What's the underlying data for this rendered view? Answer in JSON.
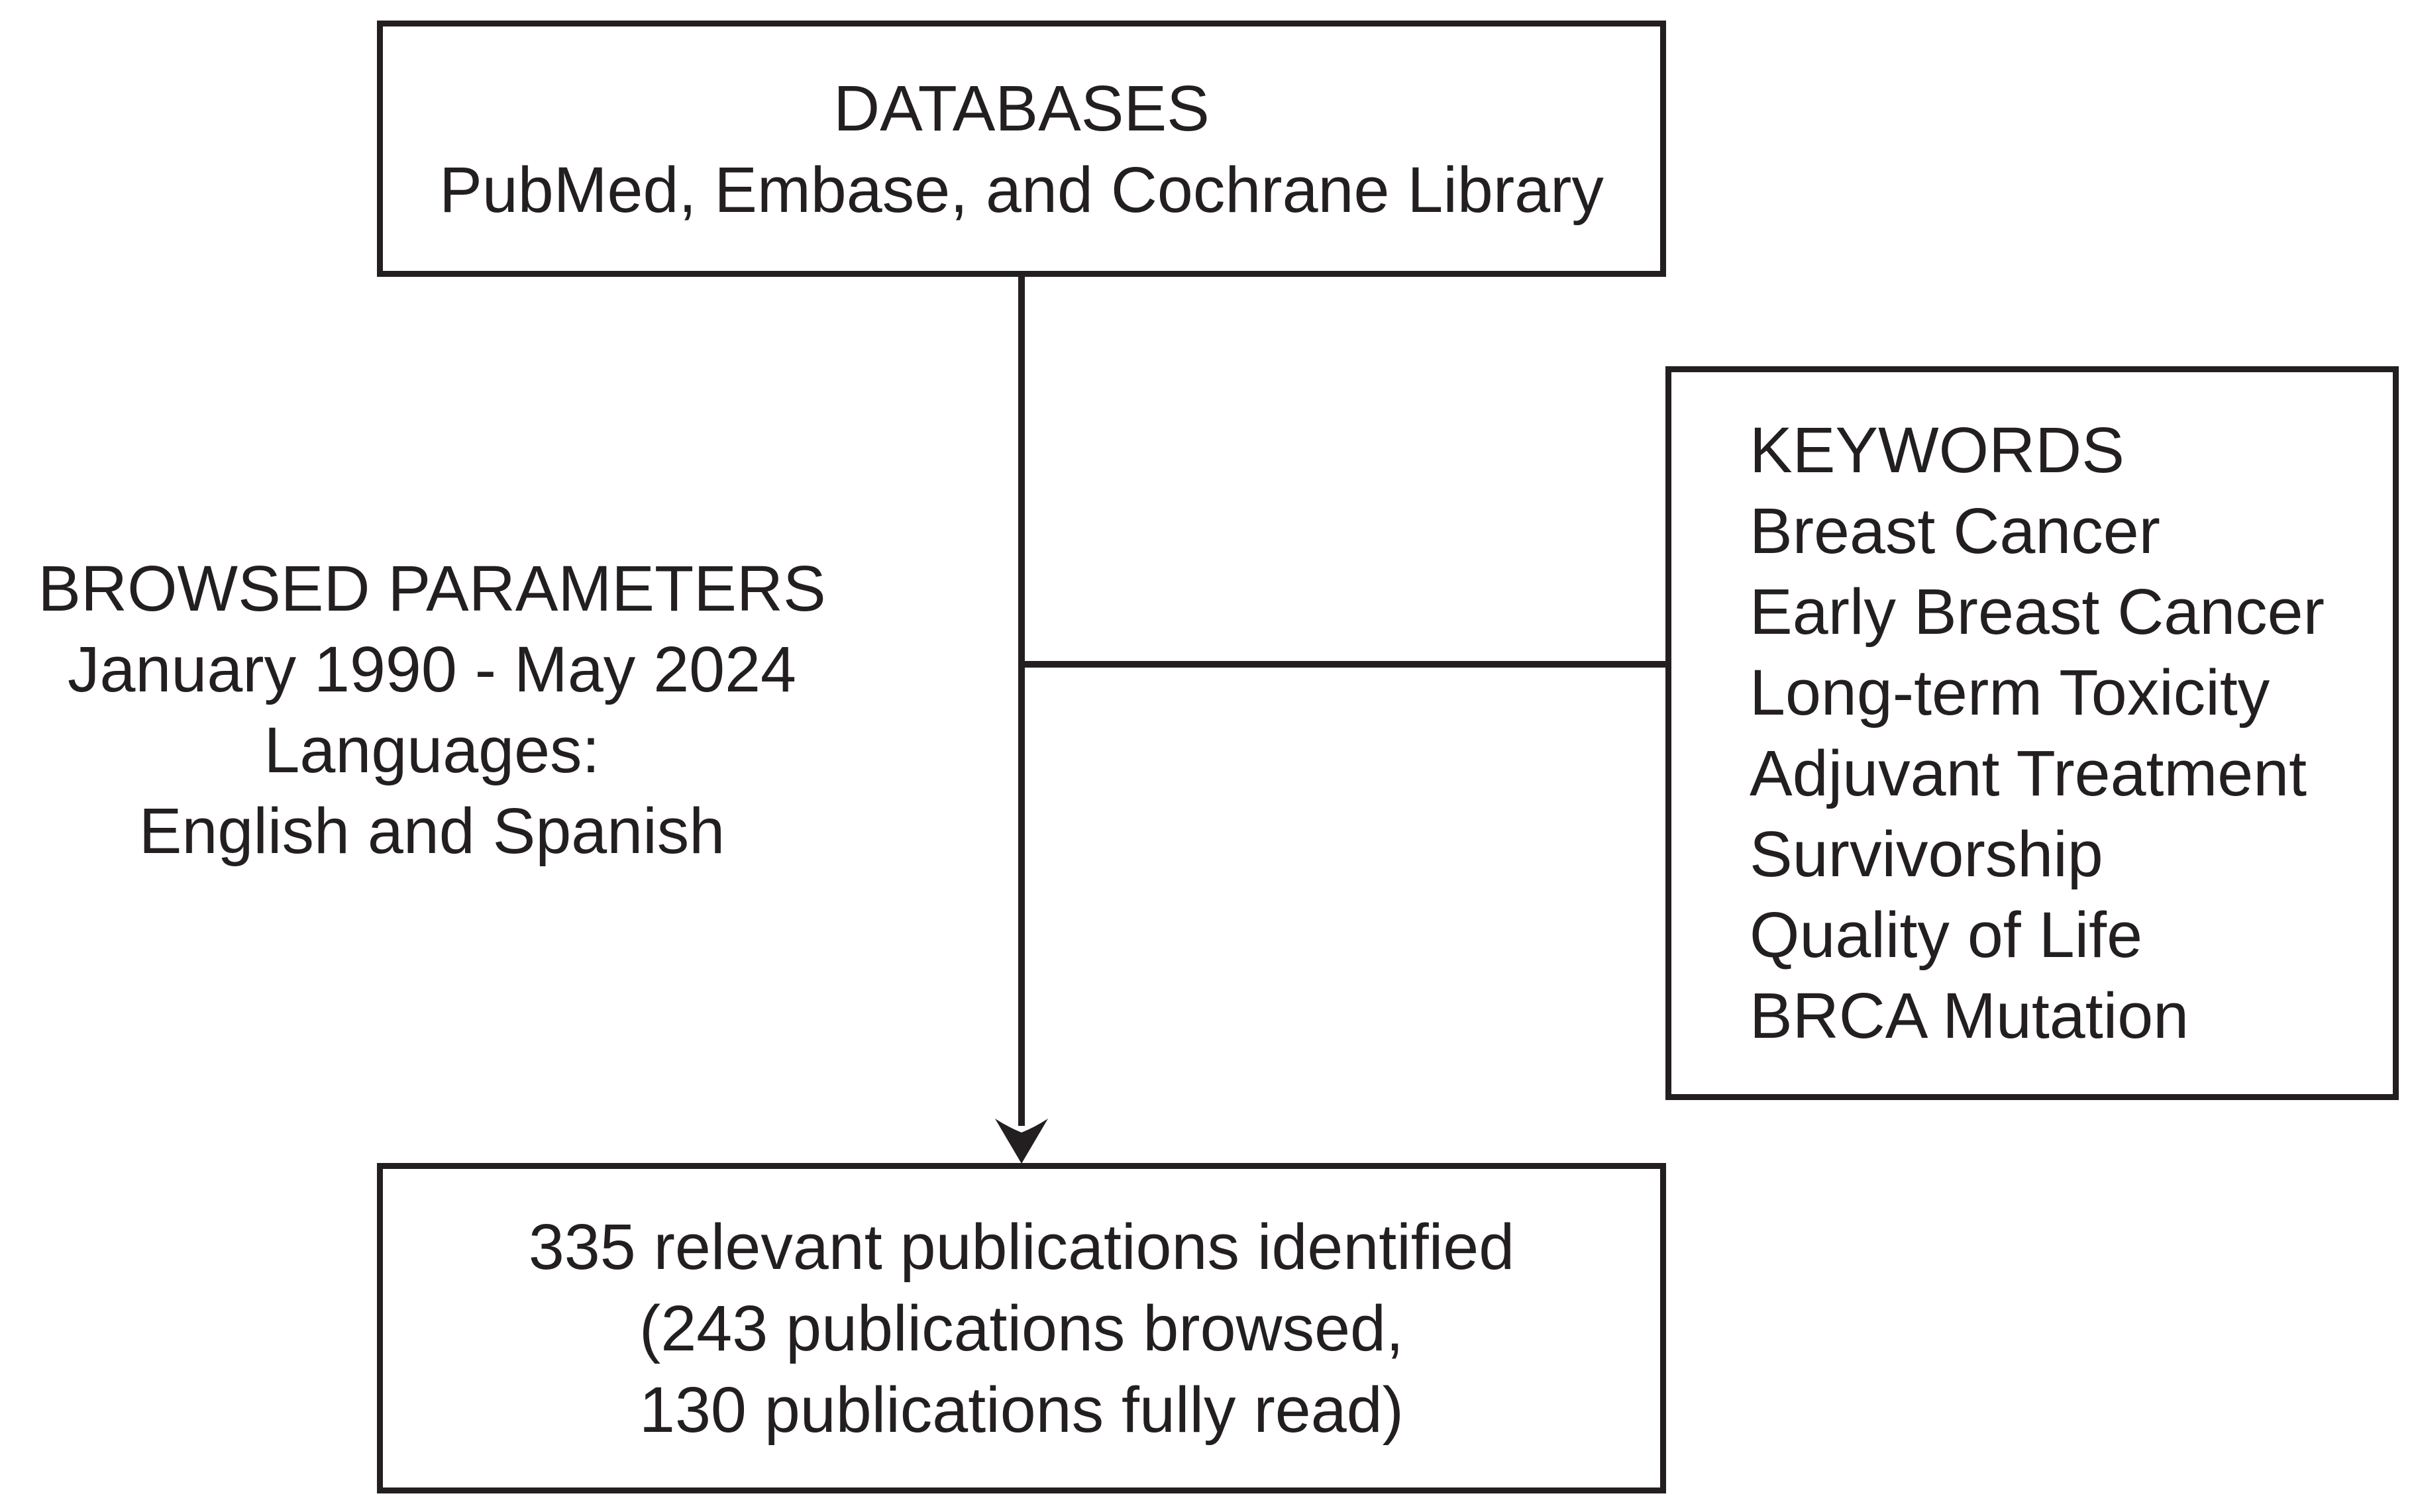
{
  "diagram": {
    "background": "#ffffff",
    "ink": "#231f20",
    "databases_box": {
      "line1": "DATABASES",
      "line2": "PubMed, Embase, and Cochrane Library"
    },
    "browsed_parameters": {
      "line1": "BROWSED PARAMETERS",
      "line2": "January 1990 - May 2024",
      "line3": "Languages:",
      "line4": "English and Spanish"
    },
    "keywords_box": {
      "title": "KEYWORDS",
      "items": [
        "Breast Cancer",
        "Early Breast Cancer",
        "Long-term Toxicity",
        "Adjuvant Treatment",
        "Survivorship",
        "Quality of Life",
        "BRCA Mutation"
      ]
    },
    "results_box": {
      "line1": "335 relevant publications identified",
      "line2": "(243 publications browsed,",
      "line3": "130 publications fully read)"
    }
  }
}
